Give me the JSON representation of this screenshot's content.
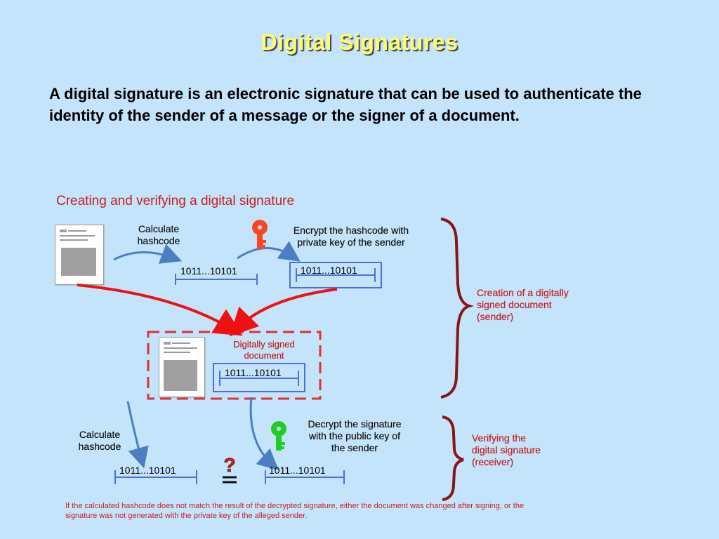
{
  "slide": {
    "title": "Digital  Signatures",
    "intro": "A digital signature is an electronic signature that can be used to authenticate the identity of the sender of a message or the signer of a document."
  },
  "diagram": {
    "title": "Creating and verifying a digital signature",
    "calculate_hashcode_top": "Calculate\nhashcode",
    "encrypt_label": "Encrypt the hashcode with\nprivate key of the sender",
    "hash_plain_top": "1011...10101",
    "hash_encrypted_top": "1011...10101",
    "creation_label": "Creation of a digitally\nsigned document\n(sender)",
    "signed_doc_label": "Digitally signed\ndocument",
    "hash_signed_doc": "1011...10101",
    "calculate_hashcode_bottom": "Calculate\nhashcode",
    "decrypt_label": "Decrypt the signature\nwith the public key of\nthe sender",
    "verify_label": "Verifying the\ndigital signature\n(receiver)",
    "hash_calculated_bottom": "1011...10101",
    "hash_decrypted_bottom": "1011...10101",
    "compare_symbol": "?",
    "footnote": "If the calculated hashcode does not match the result of the decrypted signature, either the document was changed after signing, or the signature was not generated with the private key of the alleged sender.",
    "icons": {
      "private_key": "red-key-icon",
      "public_key": "green-key-icon"
    },
    "colors": {
      "private_key": "#ff4422",
      "public_key": "#22cc22",
      "bracket": "#8b1414",
      "arrow_red": "#ee1111",
      "arrow_blue": "#4a7fc1",
      "hash_frame": "#4f6ed8"
    }
  }
}
